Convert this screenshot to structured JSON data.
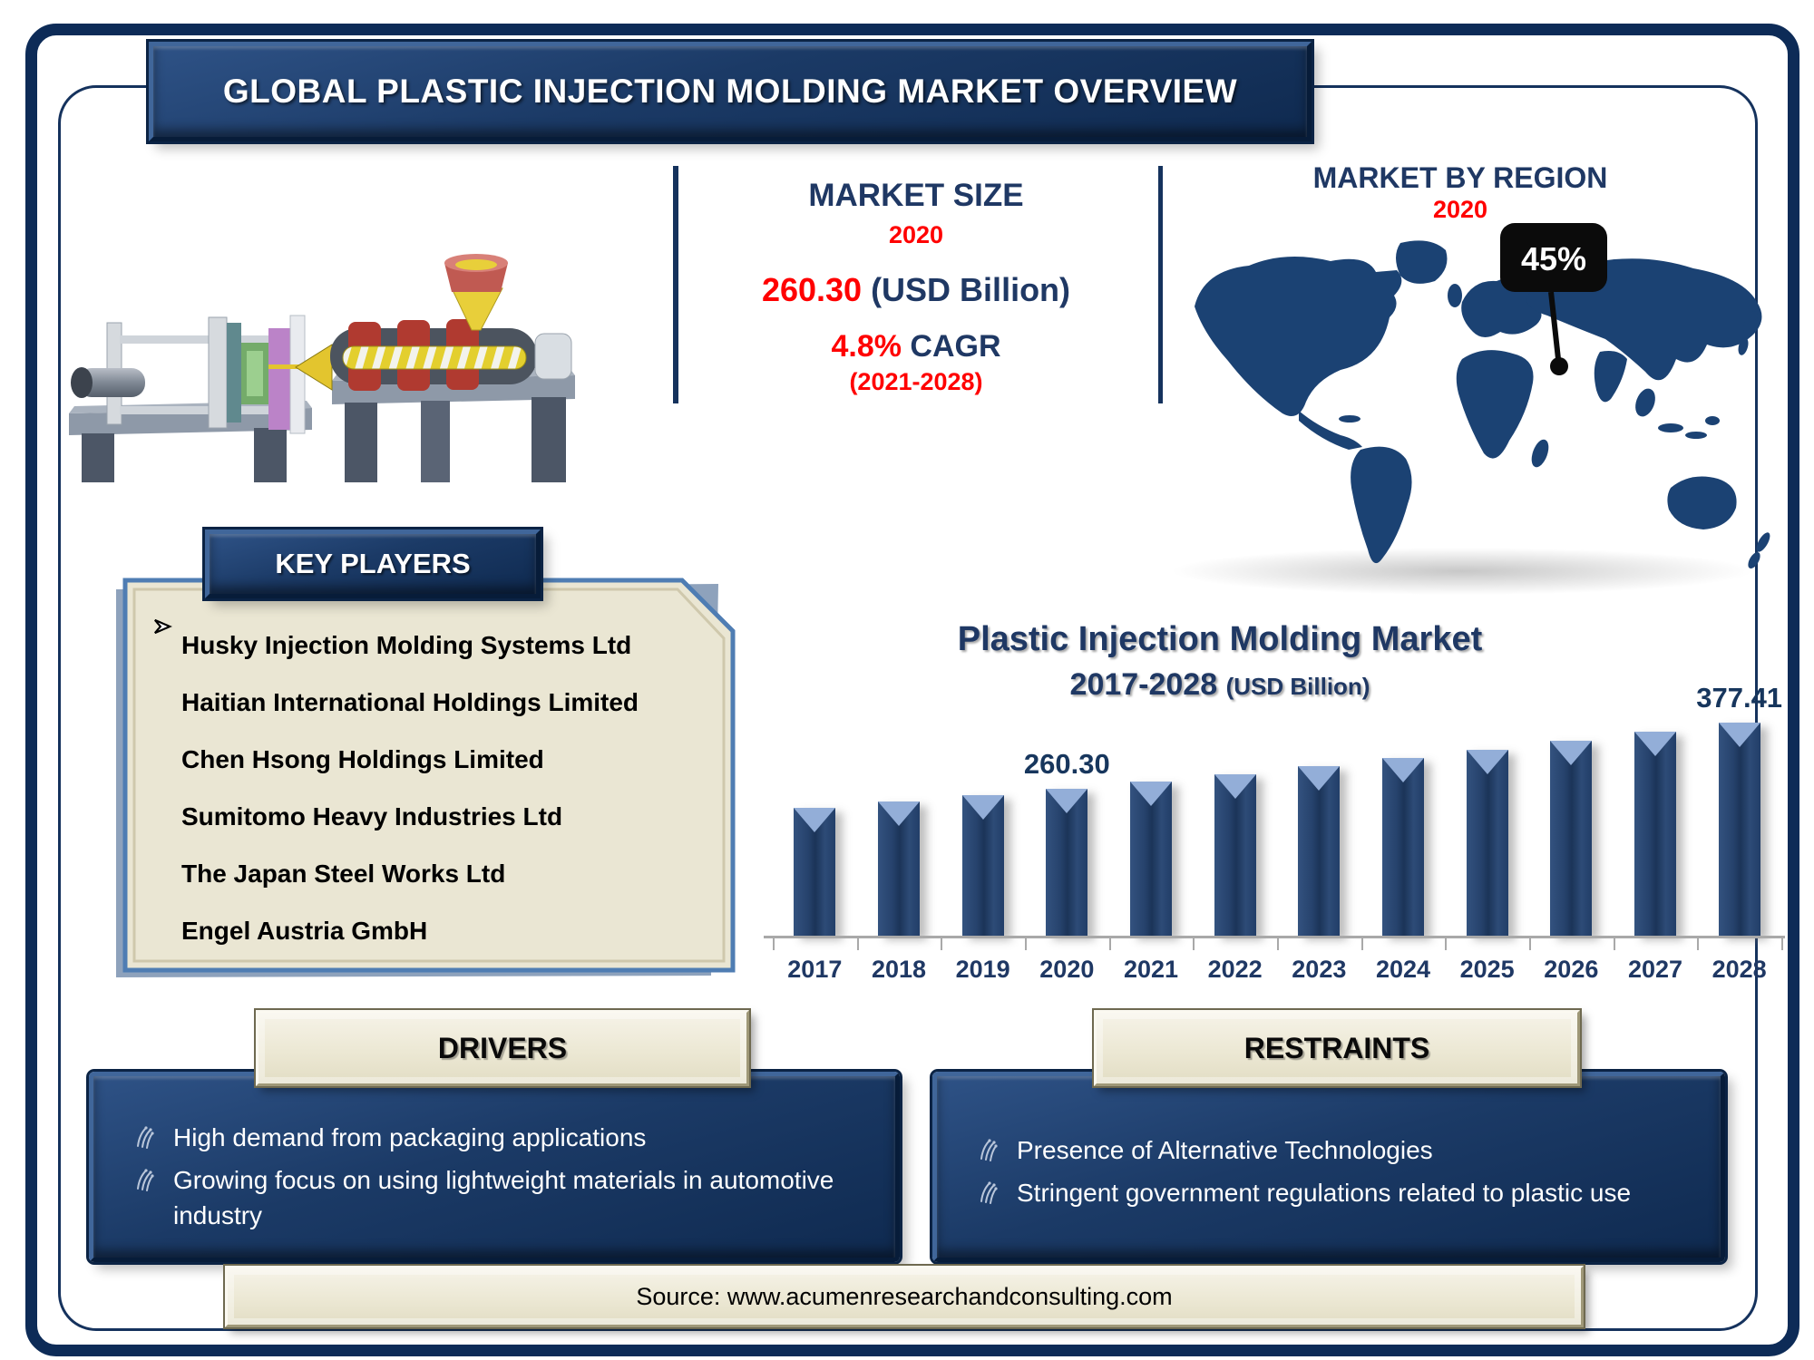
{
  "title_banner": {
    "text": "GLOBAL PLASTIC INJECTION MOLDING MARKET OVERVIEW"
  },
  "market_size": {
    "heading": "MARKET SIZE",
    "year": "2020",
    "value": "260.30",
    "value_unit": "(USD Billion)",
    "cagr_value": "4.8%",
    "cagr_label": "CAGR",
    "cagr_period": "(2021-2028)"
  },
  "market_by_region": {
    "heading": "MARKET BY REGION",
    "year": "2020",
    "asia_pacific_share": "45%"
  },
  "key_players": {
    "heading": "KEY PLAYERS",
    "items": [
      "Husky Injection Molding Systems Ltd",
      "Haitian International Holdings Limited",
      "Chen Hsong Holdings Limited",
      "Sumitomo Heavy Industries Ltd",
      "The Japan Steel Works Ltd",
      "Engel Austria GmbH"
    ]
  },
  "chart_data": {
    "type": "bar",
    "title": "Plastic Injection Molding Market",
    "subtitle": "2017-2028",
    "unit_label": "(USD Billion)",
    "categories": [
      "2017",
      "2018",
      "2019",
      "2020",
      "2021",
      "2022",
      "2023",
      "2024",
      "2025",
      "2026",
      "2027",
      "2028"
    ],
    "values": [
      226.2,
      237.1,
      248.4,
      260.3,
      272.8,
      285.9,
      299.6,
      314.0,
      329.1,
      344.9,
      361.4,
      377.41
    ],
    "data_labels": [
      {
        "category": "2020",
        "text": "260.30"
      },
      {
        "category": "2028",
        "text": "377.41"
      }
    ],
    "ylim": [
      0,
      400
    ],
    "grid": false,
    "legend": false,
    "bar_color": "#24426B",
    "bar_cap_color": "#93AED8"
  },
  "drivers": {
    "heading": "DRIVERS",
    "items": [
      "High demand from packaging applications",
      "Growing focus on using lightweight materials in automotive industry"
    ]
  },
  "restraints": {
    "heading": "RESTRAINTS",
    "items": [
      "Presence of Alternative Technologies",
      "Stringent government regulations related to plastic use"
    ]
  },
  "source": {
    "text": "Source: www.acumenresearchandconsulting.com"
  },
  "icons": {
    "key_player_bullet": "arrow-right-outline",
    "point_bullet": "wheat-sprig",
    "map_marker": "pin-dot-callout"
  },
  "colors": {
    "accent_red": "#FF0000",
    "dark_navy_text": "#1F3864",
    "banner_navy": "#16335D",
    "cream": "#ECE8D4",
    "bar_navy": "#24426B",
    "bar_cap_blue": "#93AED8",
    "map_navy": "#1B4273"
  }
}
